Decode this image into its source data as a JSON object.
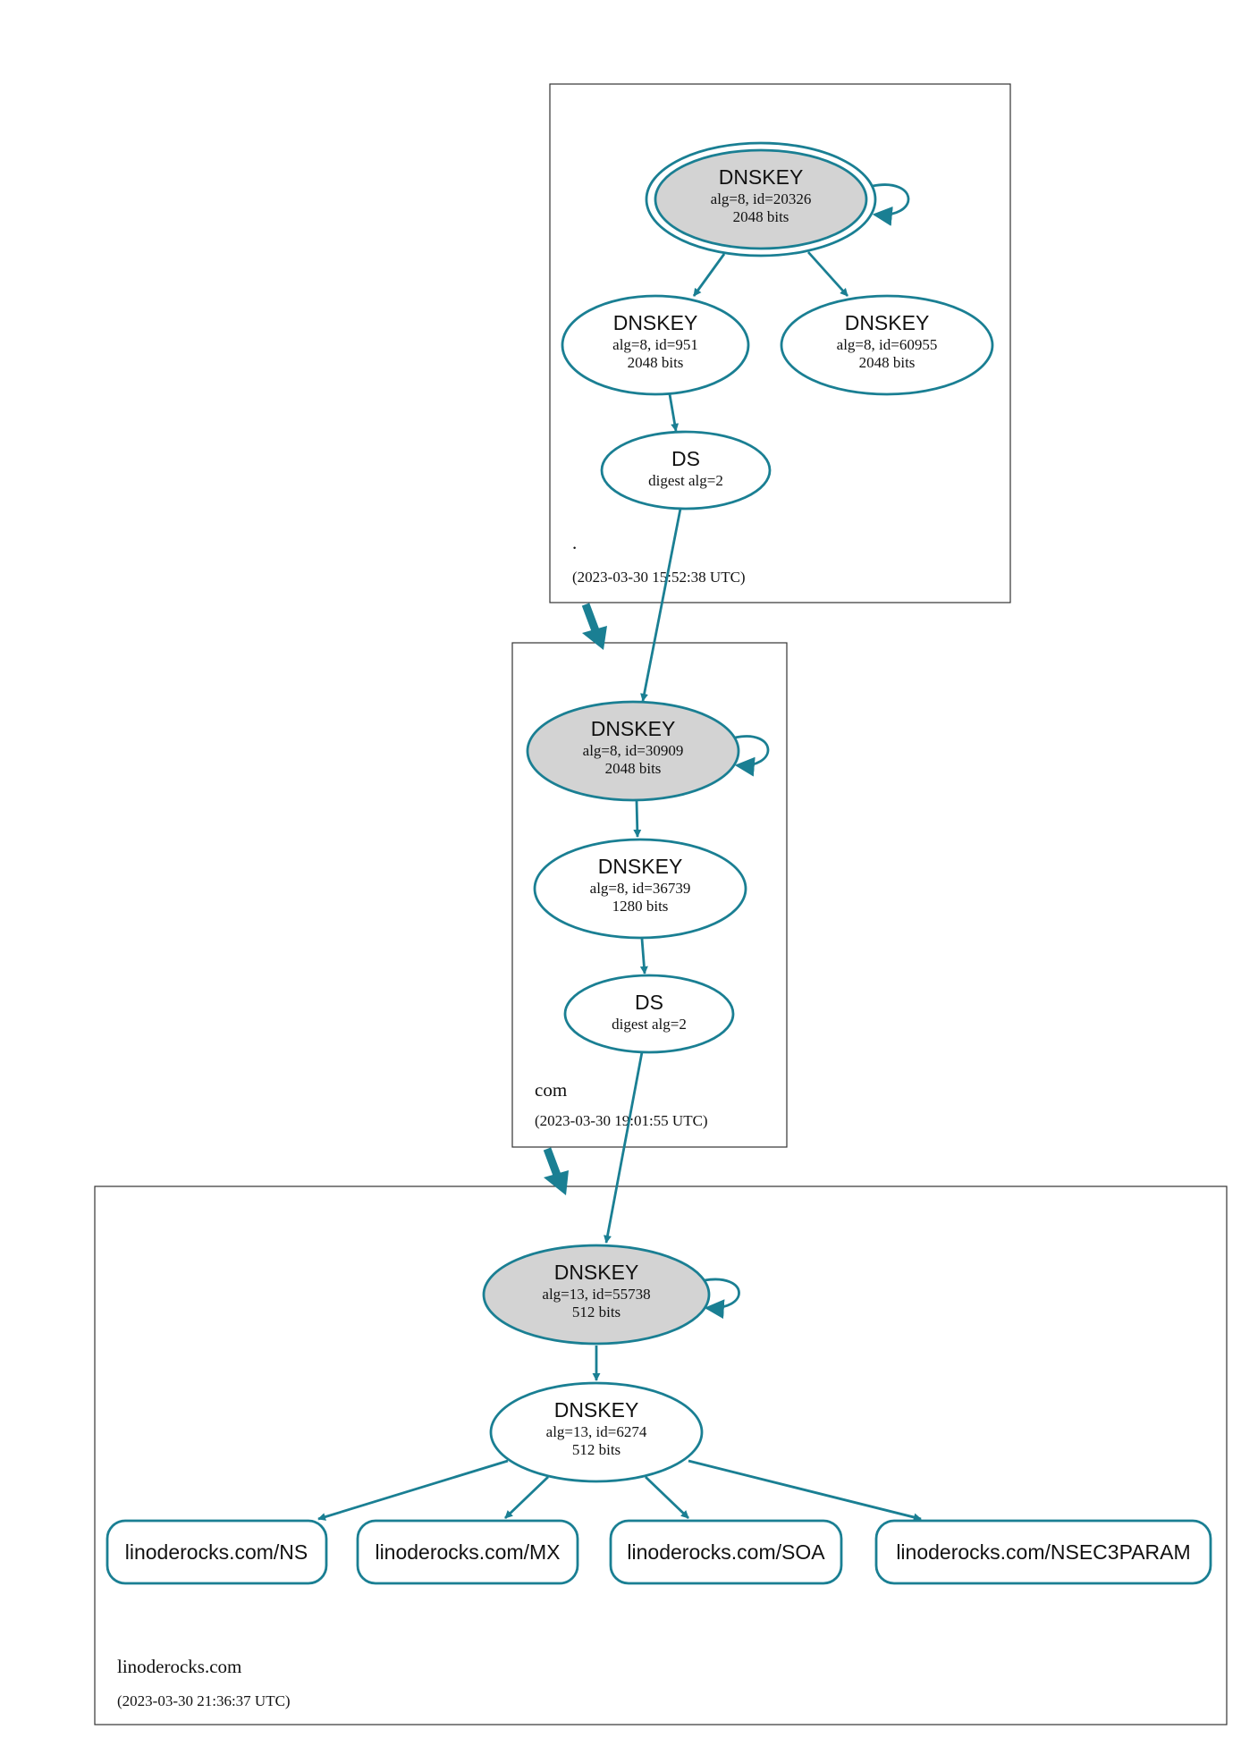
{
  "colors": {
    "edge": "#1a7f93",
    "ksk_fill": "#d3d3d3",
    "zsk_fill": "#ffffff",
    "zone_border": "#333333"
  },
  "zones": [
    {
      "id": "root",
      "name": ".",
      "timestamp": "(2023-03-30 15:52:38 UTC)"
    },
    {
      "id": "com",
      "name": "com",
      "timestamp": "(2023-03-30 19:01:55 UTC)"
    },
    {
      "id": "linoderocks",
      "name": "linoderocks.com",
      "timestamp": "(2023-03-30 21:36:37 UTC)"
    }
  ],
  "nodes": [
    {
      "id": "root_ksk",
      "zone": "root",
      "type": "DNSKEY",
      "title": "DNSKEY",
      "line1": "alg=8, id=20326",
      "line2": "2048 bits",
      "trust_anchor": true,
      "self_signed": true,
      "fill": "ksk"
    },
    {
      "id": "root_zsk951",
      "zone": "root",
      "type": "DNSKEY",
      "title": "DNSKEY",
      "line1": "alg=8, id=951",
      "line2": "2048 bits",
      "fill": "zsk"
    },
    {
      "id": "root_zsk60955",
      "zone": "root",
      "type": "DNSKEY",
      "title": "DNSKEY",
      "line1": "alg=8, id=60955",
      "line2": "2048 bits",
      "fill": "zsk"
    },
    {
      "id": "root_ds",
      "zone": "root",
      "type": "DS",
      "title": "DS",
      "line1": "digest alg=2",
      "fill": "zsk"
    },
    {
      "id": "com_ksk",
      "zone": "com",
      "type": "DNSKEY",
      "title": "DNSKEY",
      "line1": "alg=8, id=30909",
      "line2": "2048 bits",
      "self_signed": true,
      "fill": "ksk"
    },
    {
      "id": "com_zsk",
      "zone": "com",
      "type": "DNSKEY",
      "title": "DNSKEY",
      "line1": "alg=8, id=36739",
      "line2": "1280 bits",
      "fill": "zsk"
    },
    {
      "id": "com_ds",
      "zone": "com",
      "type": "DS",
      "title": "DS",
      "line1": "digest alg=2",
      "fill": "zsk"
    },
    {
      "id": "lr_ksk",
      "zone": "linoderocks",
      "type": "DNSKEY",
      "title": "DNSKEY",
      "line1": "alg=13, id=55738",
      "line2": "512 bits",
      "self_signed": true,
      "fill": "ksk"
    },
    {
      "id": "lr_zsk",
      "zone": "linoderocks",
      "type": "DNSKEY",
      "title": "DNSKEY",
      "line1": "alg=13, id=6274",
      "line2": "512 bits",
      "fill": "zsk"
    }
  ],
  "rrsets": [
    {
      "id": "rr_ns",
      "label": "linoderocks.com/NS"
    },
    {
      "id": "rr_mx",
      "label": "linoderocks.com/MX"
    },
    {
      "id": "rr_soa",
      "label": "linoderocks.com/SOA"
    },
    {
      "id": "rr_nsec3param",
      "label": "linoderocks.com/NSEC3PARAM"
    }
  ],
  "edges": [
    {
      "from": "root_ksk",
      "to": "root_zsk951"
    },
    {
      "from": "root_ksk",
      "to": "root_zsk60955"
    },
    {
      "from": "root_zsk951",
      "to": "root_ds"
    },
    {
      "from": "root_ds",
      "to": "com_ksk"
    },
    {
      "from": "com_ksk",
      "to": "com_zsk"
    },
    {
      "from": "com_zsk",
      "to": "com_ds"
    },
    {
      "from": "com_ds",
      "to": "lr_ksk"
    },
    {
      "from": "lr_ksk",
      "to": "lr_zsk"
    },
    {
      "from": "lr_zsk",
      "to": "rr_ns"
    },
    {
      "from": "lr_zsk",
      "to": "rr_mx"
    },
    {
      "from": "lr_zsk",
      "to": "rr_soa"
    },
    {
      "from": "lr_zsk",
      "to": "rr_nsec3param"
    }
  ],
  "delegations": [
    {
      "from": "root",
      "to": "com"
    },
    {
      "from": "com",
      "to": "linoderocks"
    }
  ]
}
